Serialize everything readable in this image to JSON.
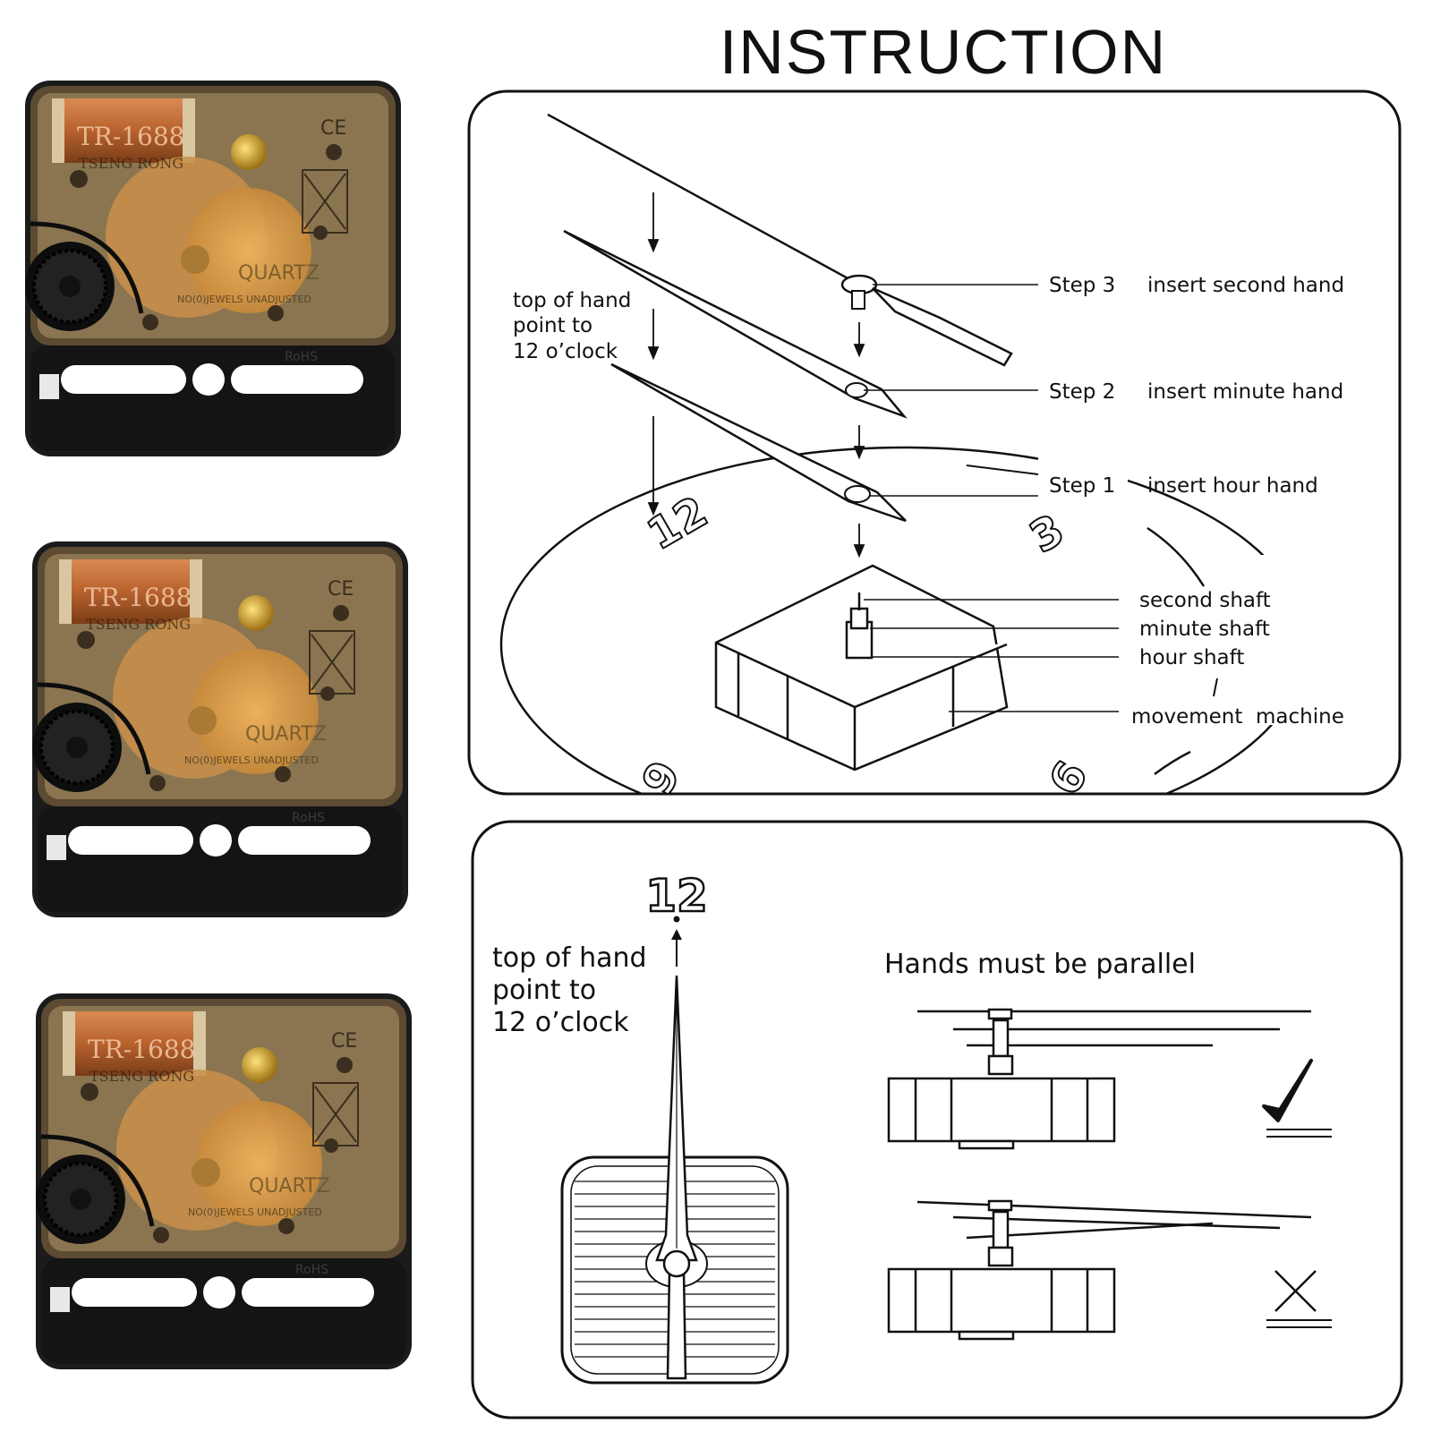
{
  "title": "INSTRUCTION",
  "movements": [
    {
      "model": "TR-1688",
      "brand": "TSENG RONG",
      "quartz": "QUARTZ",
      "jewels": "NO(0)JEWELS UNADJUSTED",
      "rohs": "RoHS",
      "ce": "CE"
    },
    {
      "model": "TR-1688",
      "brand": "TSENG RONG",
      "quartz": "QUARTZ",
      "jewels": "NO(0)JEWELS UNADJUSTED",
      "rohs": "RoHS",
      "ce": "CE"
    },
    {
      "model": "TR-1688",
      "brand": "TSENG RONG",
      "quartz": "QUARTZ",
      "jewels": "NO(0)JEWELS UNADJUSTED",
      "rohs": "RoHS",
      "ce": "CE"
    }
  ],
  "panel1": {
    "top_of_hand": [
      "top of hand",
      "point to",
      "12 o’clock"
    ],
    "steps": [
      {
        "step": "Step 3",
        "text": "insert second hand"
      },
      {
        "step": "Step 2",
        "text": "insert minute hand"
      },
      {
        "step": "Step 1",
        "text": "insert hour hand"
      }
    ],
    "dial_numbers": {
      "n12": "12",
      "n3": "3",
      "n6": "6",
      "n9": "9"
    },
    "parts": {
      "second_shaft": "second shaft",
      "minute_shaft": "minute shaft",
      "hour_shaft": "hour shaft",
      "movement": "movement  machine"
    }
  },
  "panel2": {
    "twelve": "12",
    "top_of_hand": [
      "top of hand",
      "point to",
      "12 o’clock"
    ],
    "parallel": "Hands must be parallel",
    "correct_icon": "check-mark-icon",
    "wrong_icon": "cross-mark-icon"
  }
}
